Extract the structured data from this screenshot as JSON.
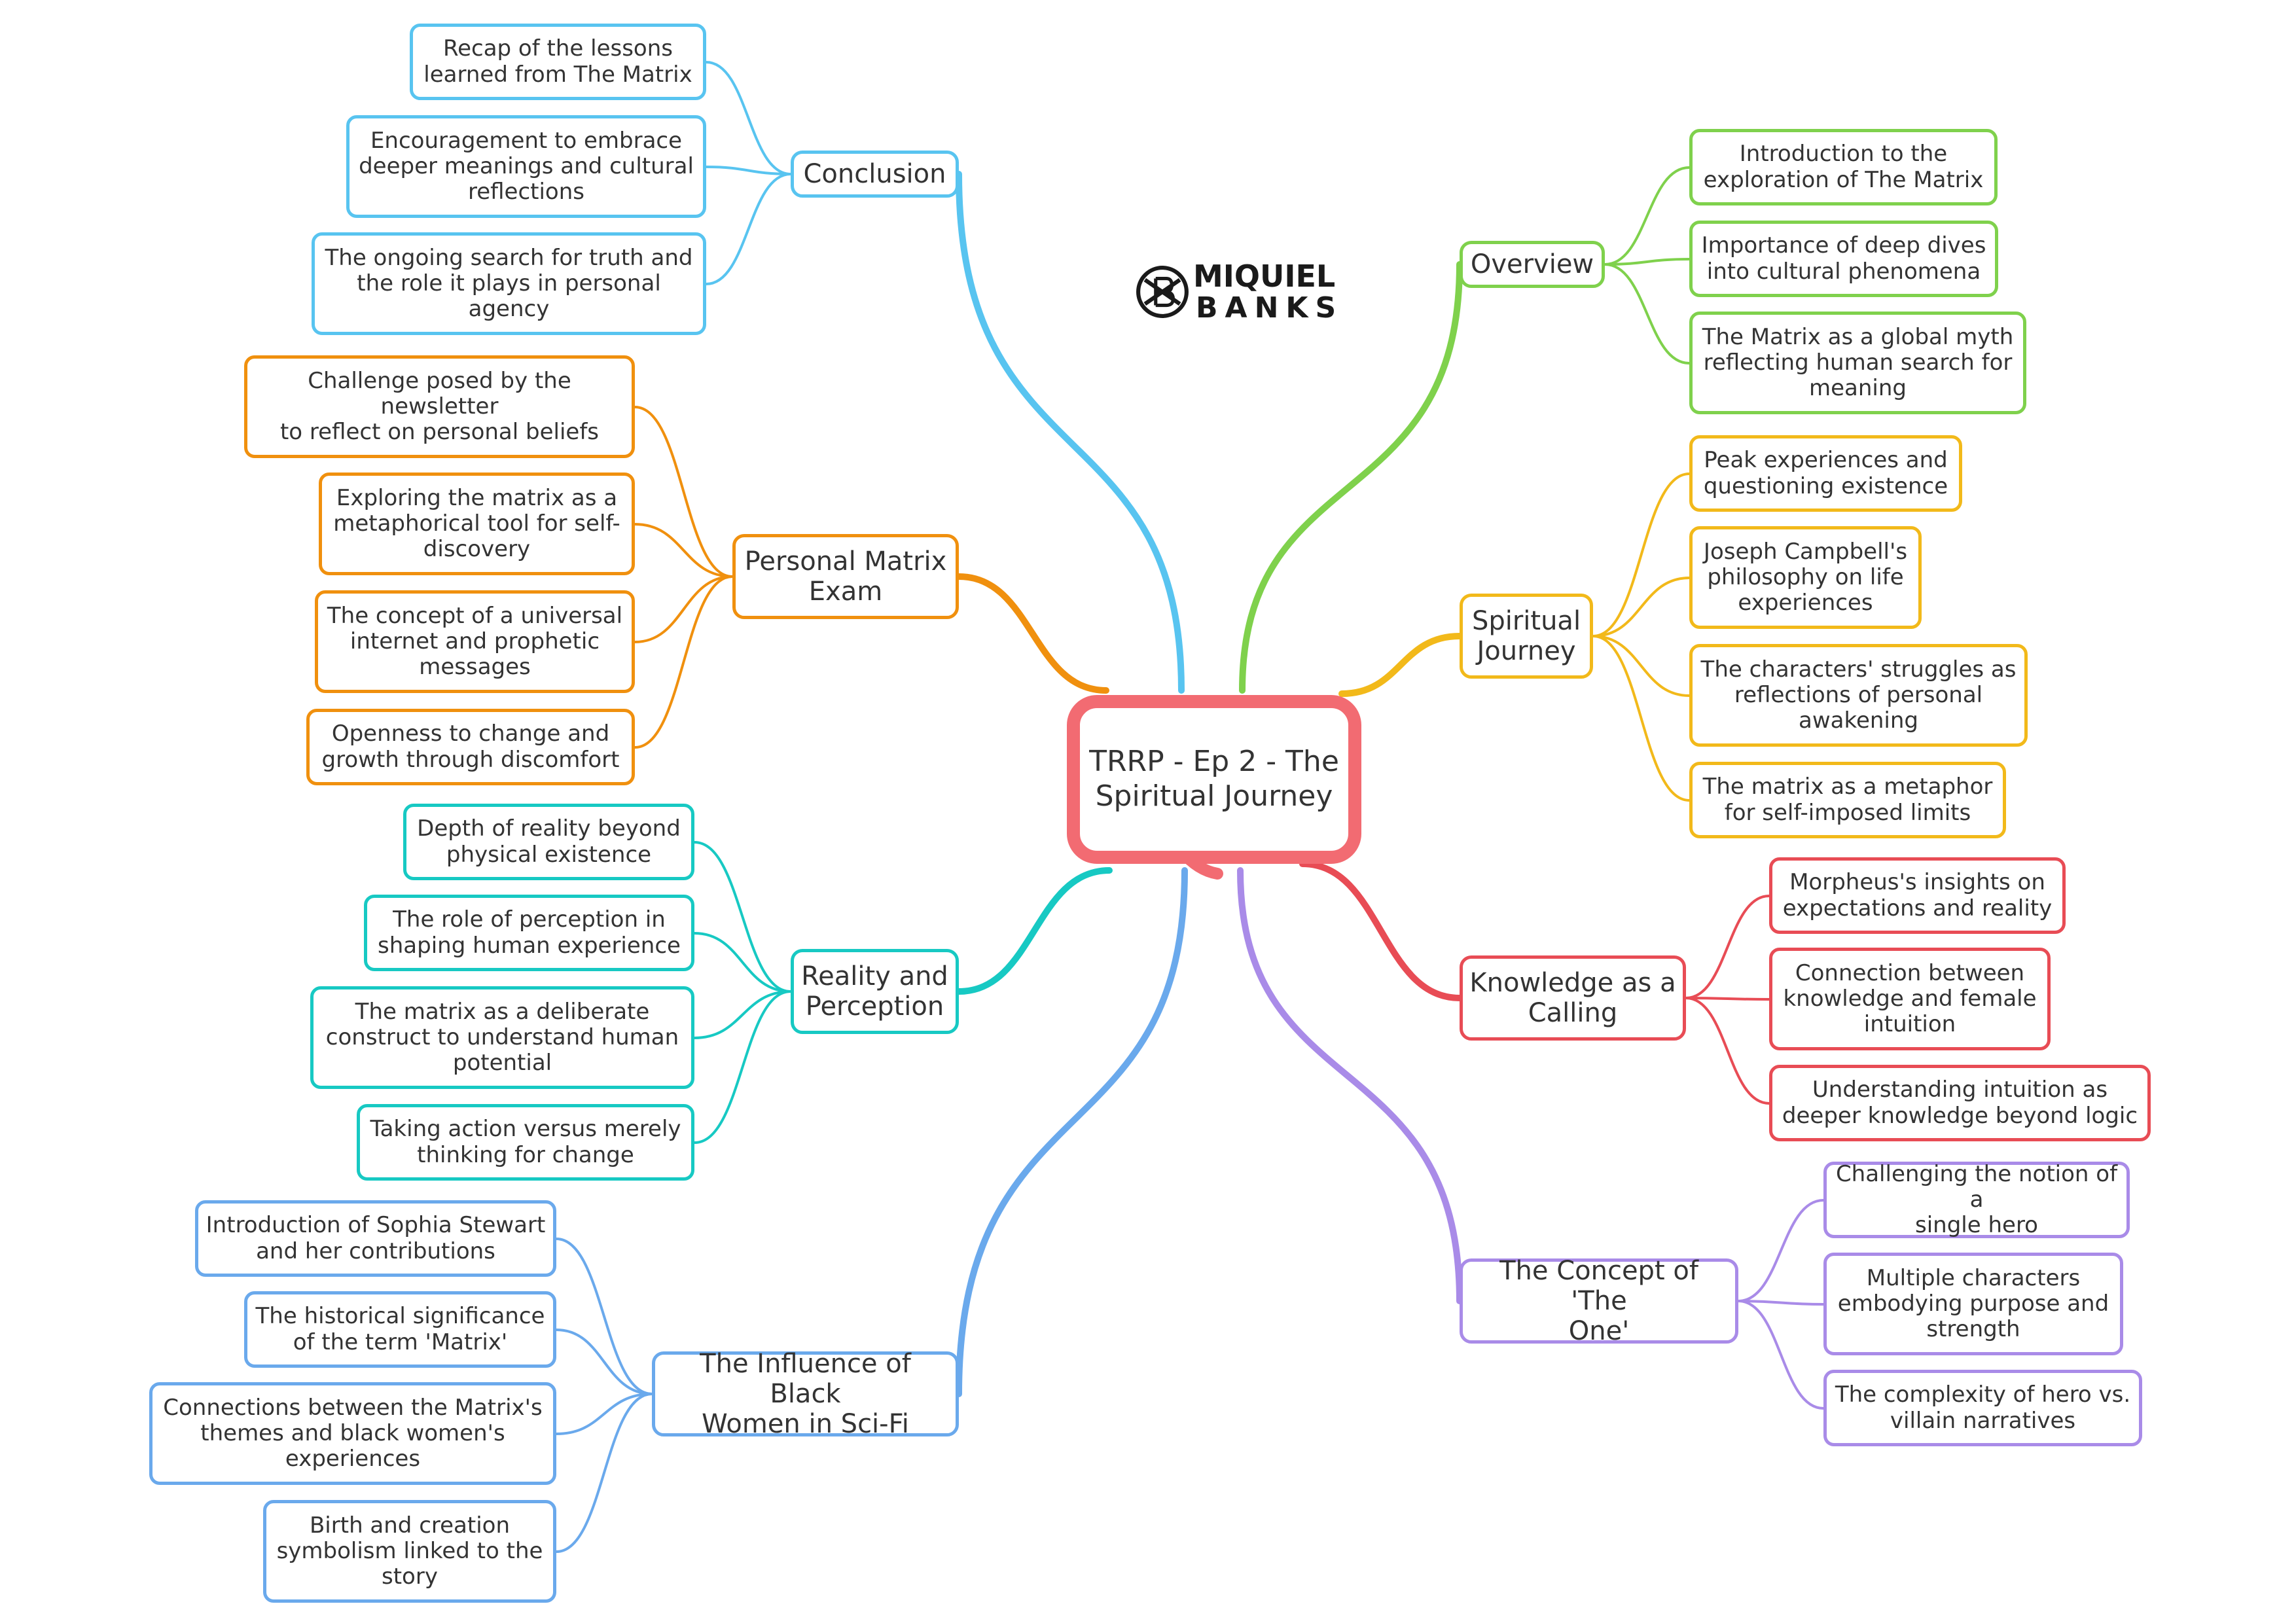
{
  "colors": {
    "center": "#f26b72",
    "conclusion": "#58c4f0",
    "personal": "#f0900e",
    "reality": "#17c9c3",
    "influence": "#6aa9ec",
    "overview": "#7fd14c",
    "spiritual": "#f2b91a",
    "knowledge": "#e84c55",
    "concept": "#a98be8"
  },
  "logo": {
    "line1": "MIQUIEL",
    "line2": "BANKS",
    "icon": "mb-monogram-icon"
  },
  "center": {
    "label": "TRRP - Ep 2 - The\nSpiritual Journey"
  },
  "branches": {
    "conclusion": {
      "label": "Conclusion",
      "children": [
        "Recap of the lessons\nlearned from The Matrix",
        "Encouragement to embrace\ndeeper meanings and cultural\nreflections",
        "The ongoing search for truth and\nthe role it plays in personal agency"
      ]
    },
    "personal": {
      "label": "Personal Matrix\nExam",
      "children": [
        "Challenge posed by the newsletter\nto reflect on personal beliefs",
        "Exploring the matrix as a\nmetaphorical tool for self-\ndiscovery",
        "The concept of a universal\ninternet and prophetic\nmessages",
        "Openness to change and\ngrowth through discomfort"
      ]
    },
    "reality": {
      "label": "Reality and\nPerception",
      "children": [
        "Depth of reality beyond\nphysical existence",
        "The role of perception in\nshaping human experience",
        "The matrix as a deliberate\nconstruct to understand human\npotential",
        "Taking action versus merely\nthinking for change"
      ]
    },
    "influence": {
      "label": "The Influence of Black\nWomen in Sci-Fi",
      "children": [
        "Introduction of Sophia Stewart\nand her contributions",
        "The historical significance\nof the term 'Matrix'",
        "Connections between the Matrix's\nthemes and black women's\nexperiences",
        "Birth and creation\nsymbolism linked to the\nstory"
      ]
    },
    "overview": {
      "label": "Overview",
      "children": [
        "Introduction to the\nexploration of The Matrix",
        "Importance of deep dives\ninto cultural phenomena",
        "The Matrix as a global myth\nreflecting human search for\nmeaning"
      ]
    },
    "spiritual": {
      "label": "Spiritual\nJourney",
      "children": [
        "Peak experiences and\nquestioning existence",
        "Joseph Campbell's\nphilosophy on life\nexperiences",
        "The characters' struggles as\nreflections of personal\nawakening",
        "The matrix as a metaphor\nfor self-imposed limits"
      ]
    },
    "knowledge": {
      "label": "Knowledge as a\nCalling",
      "children": [
        "Morpheus's insights on\nexpectations and reality",
        "Connection between\nknowledge and female\nintuition",
        "Understanding intuition as\ndeeper knowledge beyond logic"
      ]
    },
    "concept": {
      "label": "The Concept of 'The\nOne'",
      "children": [
        "Challenging the notion of a\nsingle hero",
        "Multiple characters\nembodying purpose and\nstrength",
        "The complexity of hero vs.\nvillain narratives"
      ]
    }
  }
}
